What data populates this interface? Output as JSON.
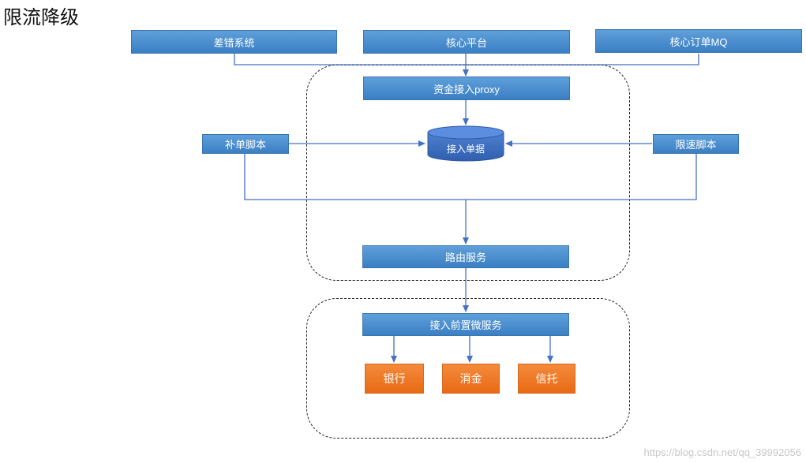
{
  "title": "限流降级",
  "nodes": {
    "error_system": "差错系统",
    "core_platform": "核心平台",
    "core_order_mq": "核心订单MQ",
    "proxy": "资金接入proxy",
    "db": "接入单据",
    "repair_script": "补单脚本",
    "rate_limit_script": "限速脚本",
    "routing_service": "路由服务",
    "front_microservice": "接入前置微服务",
    "bank": "银行",
    "consumer_finance": "消金",
    "trust": "信托"
  },
  "watermark": "https://blog.csdn.net/qq_39992056"
}
